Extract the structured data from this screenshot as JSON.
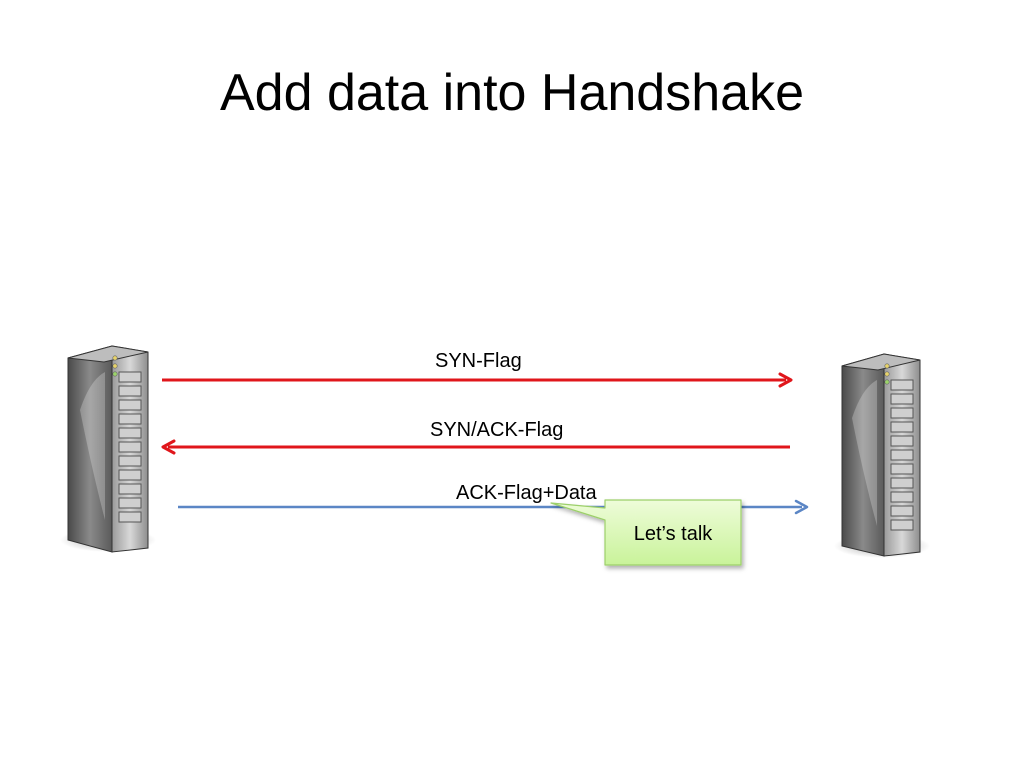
{
  "slide": {
    "title": "Add data into Handshake"
  },
  "messages": [
    {
      "label": "SYN-Flag",
      "direction": "left-to-right",
      "color": "#e0161b"
    },
    {
      "label": "SYN/ACK-Flag",
      "direction": "right-to-left",
      "color": "#e0161b"
    },
    {
      "label": "ACK-Flag+Data",
      "direction": "left-to-right",
      "color": "#5b86c5"
    }
  ],
  "callout": {
    "text": "Let’s talk",
    "fill": "#d9f7b3",
    "border": "#9ccf6a"
  },
  "nodes": {
    "left": {
      "icon": "server-tower-icon"
    },
    "right": {
      "icon": "server-tower-icon"
    }
  }
}
